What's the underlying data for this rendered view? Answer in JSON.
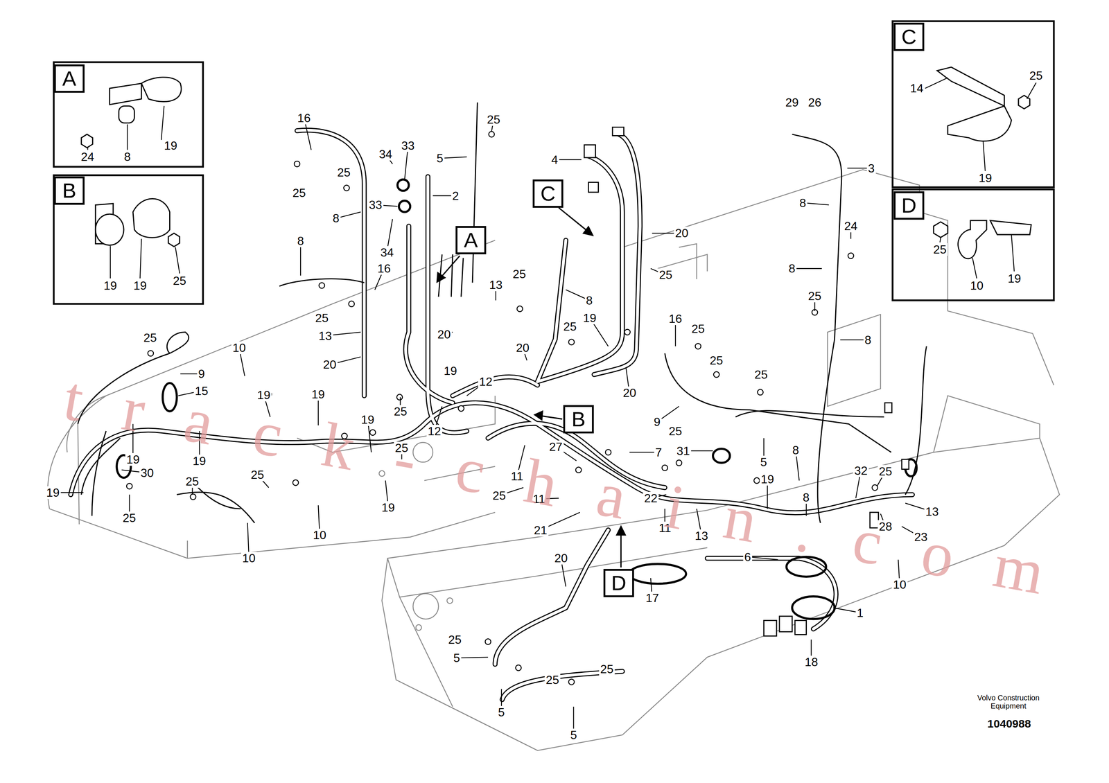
{
  "diagram": {
    "nodes": [
      {
        "text": [
          "A"
        ]
      },
      {
        "text": [
          "B"
        ]
      },
      {
        "text": [
          "C"
        ]
      },
      {
        "text": [
          "D"
        ]
      },
      {
        "text": [
          "C"
        ]
      },
      {
        "text": [
          "A"
        ]
      },
      {
        "text": [
          "B"
        ]
      },
      {
        "text": [
          "D"
        ]
      }
    ],
    "labels": [
      "24",
      "8",
      "19",
      "19",
      "19",
      "25",
      "25",
      "14",
      "19",
      "25",
      "10",
      "19",
      "16",
      "25",
      "29",
      "26",
      "34",
      "33",
      "5",
      "4",
      "3",
      "25",
      "25",
      "2",
      "33",
      "8",
      "20",
      "8",
      "24",
      "8",
      "34",
      "25",
      "8",
      "16",
      "13",
      "25",
      "8",
      "25",
      "25",
      "13",
      "25",
      "19",
      "16",
      "25",
      "8",
      "25",
      "10",
      "20",
      "20",
      "20",
      "25",
      "25",
      "20",
      "9",
      "19",
      "12",
      "15",
      "19",
      "19",
      "25",
      "12",
      "19",
      "9",
      "25",
      "5",
      "19",
      "19",
      "25",
      "25",
      "27",
      "7",
      "31",
      "8",
      "25",
      "30",
      "19",
      "25",
      "11",
      "25",
      "11",
      "22",
      "19",
      "32",
      "13",
      "8",
      "19",
      "25",
      "10",
      "10",
      "21",
      "11",
      "13",
      "28",
      "23",
      "6",
      "20",
      "10",
      "17",
      "1",
      "25",
      "18",
      "5",
      "25",
      "25",
      "5",
      "5",
      "Volvo Construction Equipment",
      "1040988",
      "track-chain.com"
    ]
  }
}
